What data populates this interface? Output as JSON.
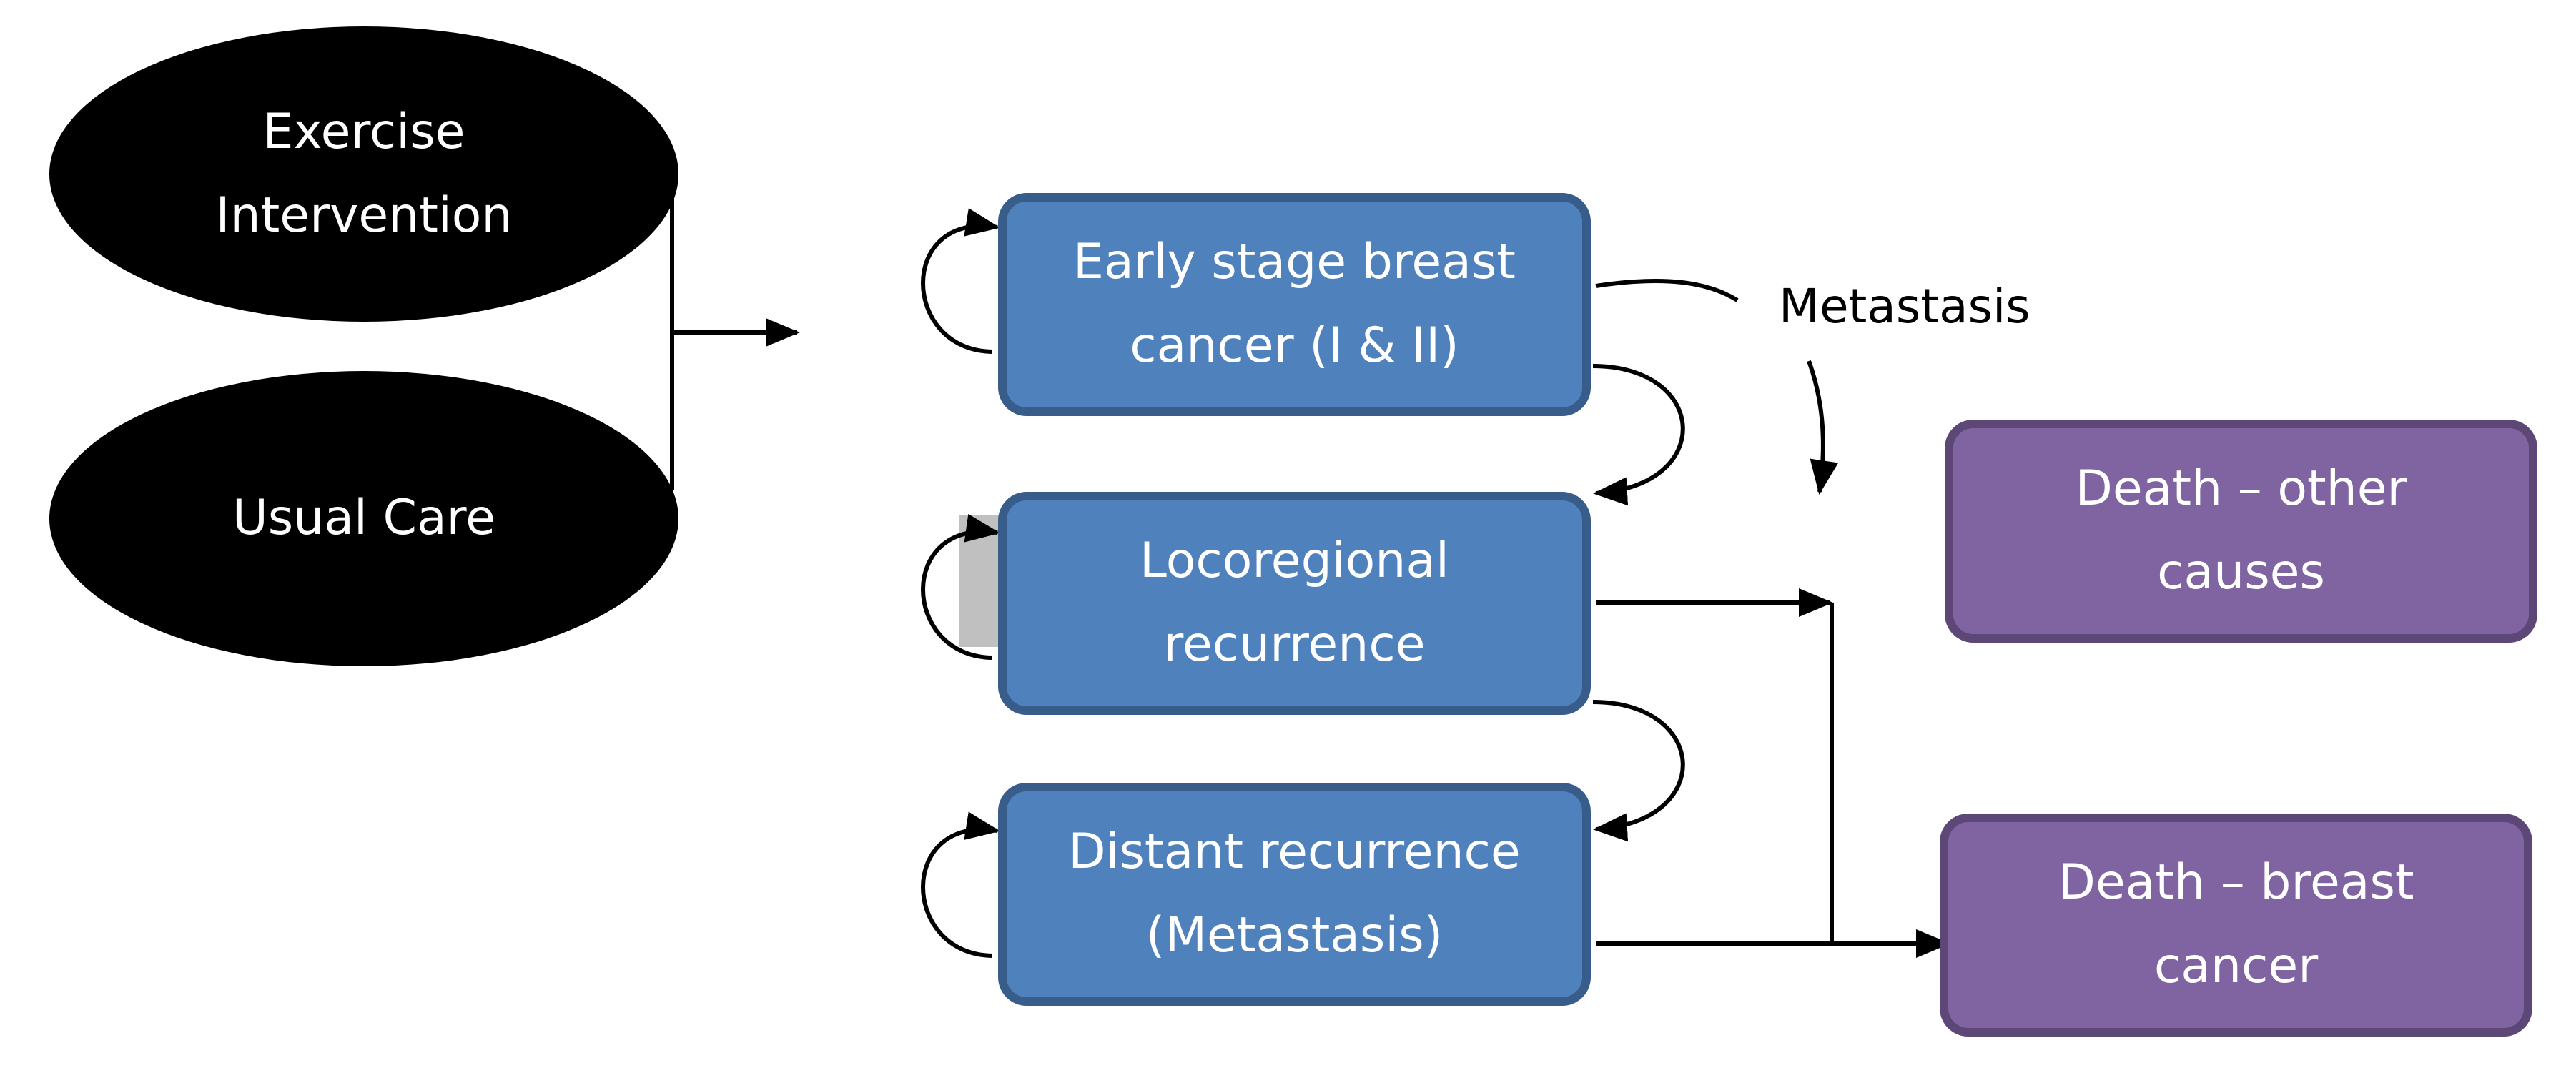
{
  "diagram": {
    "arms": [
      {
        "id": "exercise",
        "label": "Exercise\nIntervention"
      },
      {
        "id": "usual",
        "label": "Usual Care"
      }
    ],
    "states": [
      {
        "id": "early",
        "label": "Early stage breast\ncancer (I & II)"
      },
      {
        "id": "loco",
        "label": "Locoregional\nrecurrence"
      },
      {
        "id": "distant",
        "label": "Distant recurrence\n(Metastasis)"
      }
    ],
    "absorbing": [
      {
        "id": "death-other",
        "label": "Death – other\ncauses"
      },
      {
        "id": "death-breast",
        "label": "Death – breast\ncancer"
      }
    ],
    "edge_labels": {
      "metastasis": "Metastasis"
    },
    "colors": {
      "arm_fill": "#000000",
      "state_fill": "#4f81bd",
      "state_border": "#385d8a",
      "death_fill": "#8064a2",
      "death_border": "#5c4776",
      "arrow": "#000000"
    }
  }
}
